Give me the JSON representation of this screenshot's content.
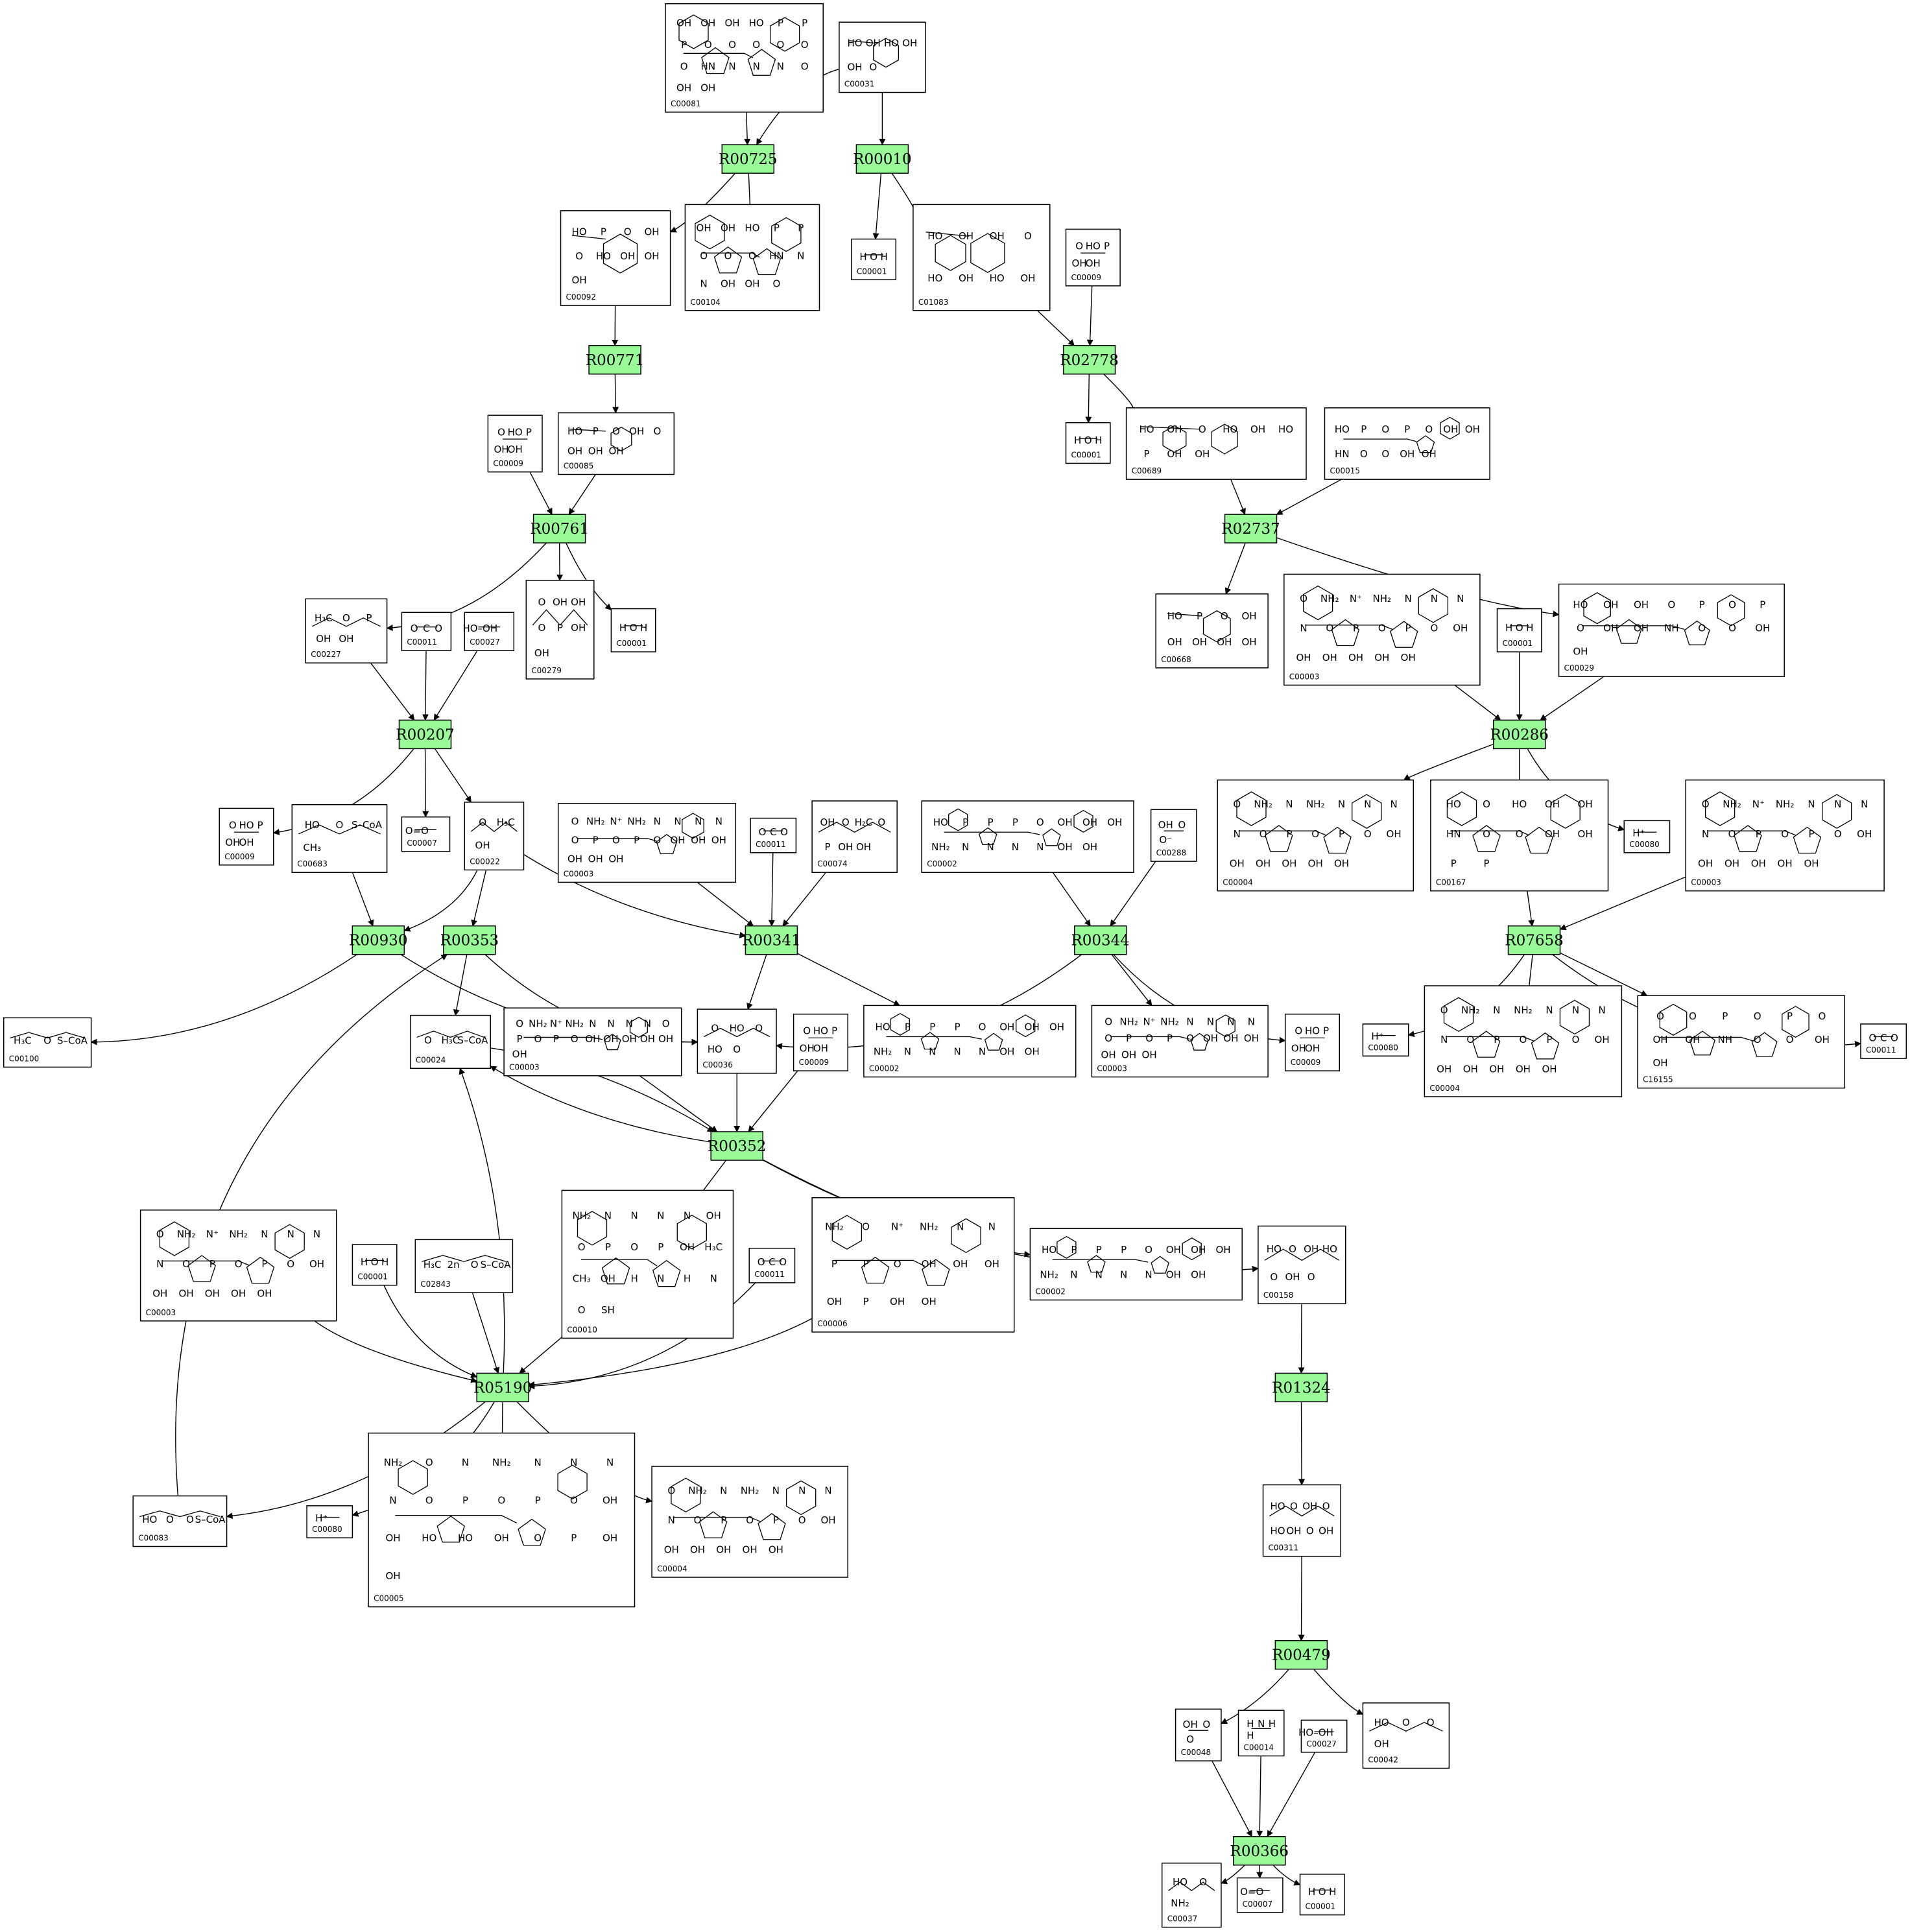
{
  "colors": {
    "reaction_fill": "#98fb98",
    "box_stroke": "#000000",
    "edge": "#000000",
    "background": "#ffffff"
  },
  "reactions": [
    {
      "id": "R00725"
    },
    {
      "id": "R00010"
    },
    {
      "id": "R00771"
    },
    {
      "id": "R02778"
    },
    {
      "id": "R00761"
    },
    {
      "id": "R02737"
    },
    {
      "id": "R00207"
    },
    {
      "id": "R00286"
    },
    {
      "id": "R00930"
    },
    {
      "id": "R00353"
    },
    {
      "id": "R00341"
    },
    {
      "id": "R00344"
    },
    {
      "id": "R07658"
    },
    {
      "id": "R00352"
    },
    {
      "id": "R05190"
    },
    {
      "id": "R01324"
    },
    {
      "id": "R00479"
    },
    {
      "id": "R00366"
    }
  ],
  "compounds": [
    {
      "id": "C00081",
      "atoms": [
        "OH",
        "OH",
        "OH",
        "HO",
        "P",
        "P",
        "P",
        "O",
        "O",
        "O",
        "O",
        "O",
        "O",
        "HN",
        "N",
        "N",
        "N",
        "O",
        "OH",
        "OH"
      ]
    },
    {
      "id": "C00031",
      "atoms": [
        "HO",
        "OH",
        "HO",
        "OH",
        "OH",
        "O"
      ]
    },
    {
      "id": "C00092",
      "atoms": [
        "HO",
        "P",
        "O",
        "OH",
        "O",
        "HO",
        "OH",
        "OH",
        "OH"
      ]
    },
    {
      "id": "C00104",
      "atoms": [
        "OH",
        "OH",
        "HO",
        "P",
        "P",
        "O",
        "O",
        "O",
        "HN",
        "N",
        "N",
        "OH",
        "OH",
        "O"
      ]
    },
    {
      "id": "C00001",
      "atoms": [
        "H",
        "O",
        "H"
      ]
    },
    {
      "id": "C01083",
      "atoms": [
        "HO",
        "OH",
        "OH",
        "O",
        "HO",
        "OH",
        "HO",
        "OH"
      ]
    },
    {
      "id": "C00009",
      "atoms": [
        "O",
        "HO",
        "P",
        "OH",
        "OH"
      ]
    },
    {
      "id": "C00085",
      "atoms": [
        "HO",
        "P",
        "O",
        "OH",
        "O",
        "OH",
        "OH",
        "OH"
      ]
    },
    {
      "id": "C00689",
      "atoms": [
        "HO",
        "OH",
        "O",
        "HO",
        "OH",
        "HO",
        "P",
        "OH",
        "OH"
      ]
    },
    {
      "id": "C00015",
      "atoms": [
        "HO",
        "P",
        "O",
        "P",
        "O",
        "OH",
        "OH",
        "HN",
        "O",
        "O",
        "OH",
        "OH"
      ]
    },
    {
      "id": "C00227",
      "atoms": [
        "H₃C",
        "O",
        "P",
        "OH",
        "OH"
      ]
    },
    {
      "id": "C00011",
      "atoms": [
        "O",
        "C",
        "O"
      ]
    },
    {
      "id": "C00027",
      "atoms": [
        "HO–OH"
      ]
    },
    {
      "id": "C00279",
      "atoms": [
        "O",
        "OH",
        "OH",
        "O",
        "P",
        "OH",
        "OH"
      ]
    },
    {
      "id": "C00668",
      "atoms": [
        "HO",
        "P",
        "O",
        "OH",
        "OH",
        "OH",
        "OH",
        "OH"
      ]
    },
    {
      "id": "C00003",
      "atoms": [
        "O",
        "NH₂",
        "N⁺",
        "NH₂",
        "N",
        "N",
        "N",
        "N",
        "O",
        "P",
        "O",
        "P",
        "O",
        "OH",
        "OH",
        "OH",
        "OH",
        "OH",
        "OH"
      ]
    },
    {
      "id": "C00029",
      "atoms": [
        "HO",
        "OH",
        "OH",
        "O",
        "P",
        "O",
        "P",
        "O",
        "OH",
        "OH",
        "NH",
        "O",
        "O",
        "OH",
        "OH"
      ]
    },
    {
      "id": "C00007",
      "atoms": [
        "O=O"
      ]
    },
    {
      "id": "C00683",
      "atoms": [
        "HO",
        "O",
        "S–CoA",
        "CH₃"
      ]
    },
    {
      "id": "C00022",
      "atoms": [
        "O",
        "H₃C",
        "OH"
      ]
    },
    {
      "id": "C00074",
      "atoms": [
        "OH",
        "O",
        "H₂C",
        "O",
        "P",
        "OH",
        "OH"
      ]
    },
    {
      "id": "C00002",
      "atoms": [
        "HO",
        "P",
        "P",
        "P",
        "O",
        "OH",
        "OH",
        "OH",
        "NH₂",
        "N",
        "N",
        "N",
        "N",
        "OH",
        "OH"
      ]
    },
    {
      "id": "C00288",
      "atoms": [
        "OH",
        "O",
        "O⁻"
      ]
    },
    {
      "id": "C00004",
      "atoms": [
        "O",
        "NH₂",
        "N",
        "NH₂",
        "N",
        "N",
        "N",
        "N",
        "O",
        "P",
        "O",
        "P",
        "O",
        "OH",
        "OH",
        "OH",
        "OH",
        "OH",
        "OH"
      ]
    },
    {
      "id": "C00167",
      "atoms": [
        "HO",
        "O",
        "HO",
        "OH",
        "OH",
        "HN",
        "O",
        "O",
        "OH",
        "OH",
        "P",
        "P"
      ]
    },
    {
      "id": "C00080",
      "atoms": [
        "H⁺"
      ]
    },
    {
      "id": "C00100",
      "atoms": [
        "H₃C",
        "O",
        "S–CoA"
      ]
    },
    {
      "id": "C00024",
      "atoms": [
        "O",
        "H₃C",
        "S–CoA"
      ]
    },
    {
      "id": "C00036",
      "atoms": [
        "O",
        "HO",
        "O",
        "HO",
        "O"
      ]
    },
    {
      "id": "C16155",
      "atoms": [
        "O",
        "O",
        "P",
        "O",
        "P",
        "O",
        "OH",
        "OH",
        "NH",
        "O",
        "O",
        "OH",
        "OH"
      ]
    },
    {
      "id": "C02843",
      "atoms": [
        "H₃C",
        "2n",
        "O",
        "S–CoA"
      ]
    },
    {
      "id": "C00010",
      "atoms": [
        "NH₂",
        "N",
        "N",
        "N",
        "N",
        "OH",
        "O",
        "P",
        "O",
        "P",
        "OH",
        "H₃C",
        "CH₃",
        "OH",
        "H",
        "N",
        "H",
        "N",
        "O",
        "SH"
      ]
    },
    {
      "id": "C00006",
      "atoms": [
        "NH₂",
        "O",
        "N⁺",
        "NH₂",
        "N",
        "N",
        "P",
        "P",
        "O",
        "OH",
        "OH",
        "OH",
        "OH",
        "P",
        "OH",
        "OH"
      ]
    },
    {
      "id": "C00158",
      "atoms": [
        "HO",
        "O",
        "OH",
        "HO",
        "O",
        "OH",
        "O"
      ]
    },
    {
      "id": "C00311",
      "atoms": [
        "HO",
        "O",
        "OH",
        "O",
        "HO",
        "OH",
        "O",
        "OH"
      ]
    },
    {
      "id": "C00083",
      "atoms": [
        "HO",
        "O",
        "O",
        "S–CoA"
      ]
    },
    {
      "id": "C00005",
      "atoms": [
        "NH₂",
        "O",
        "N",
        "NH₂",
        "N",
        "N",
        "N",
        "N",
        "O",
        "P",
        "O",
        "P",
        "O",
        "OH",
        "OH",
        "HO",
        "HO",
        "OH",
        "O",
        "P",
        "OH",
        "OH"
      ]
    },
    {
      "id": "C00048",
      "atoms": [
        "OH",
        "O",
        "O"
      ]
    },
    {
      "id": "C00014",
      "atoms": [
        "H",
        "N",
        "H",
        "H"
      ]
    },
    {
      "id": "C00042",
      "atoms": [
        "HO",
        "O",
        "O",
        "OH"
      ]
    },
    {
      "id": "C00037",
      "atoms": [
        "HO",
        "O",
        "NH₂"
      ]
    }
  ]
}
